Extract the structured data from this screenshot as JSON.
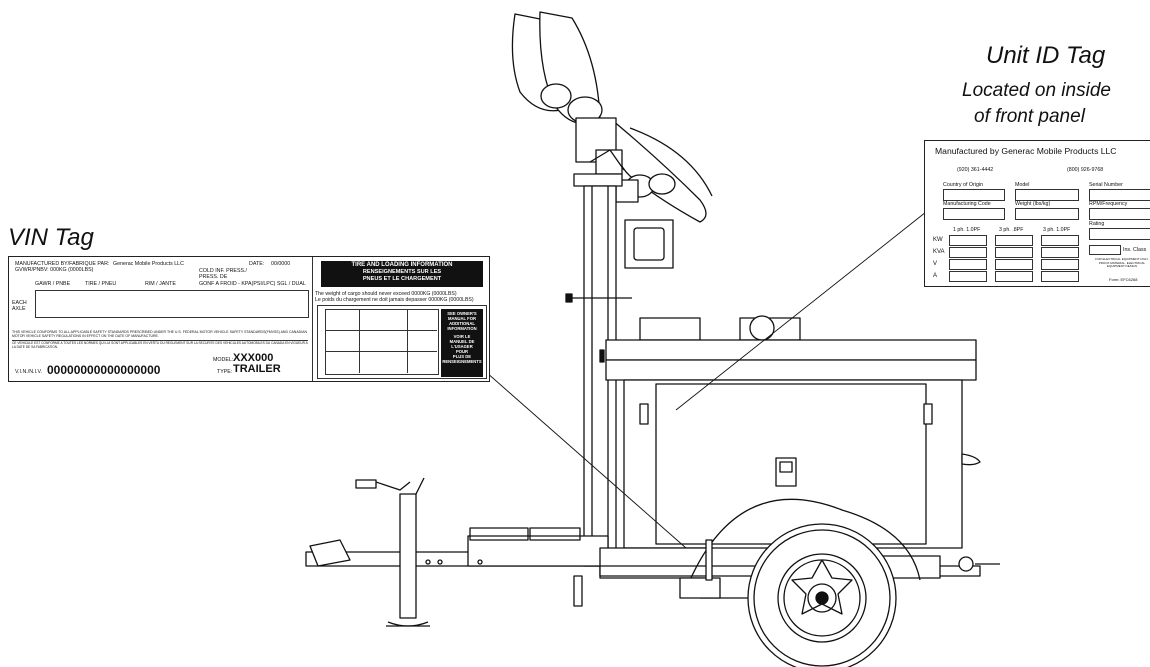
{
  "callouts": {
    "vin_title": "VIN Tag",
    "unit_title": "Unit ID Tag",
    "unit_sub1": "Located on inside",
    "unit_sub2": "of front panel"
  },
  "vin_tag": {
    "mfr_label": "MANUFACTURED BY/FABRIQUE PAR:",
    "mfr_name": "Generac Mobile Products LLC",
    "date_label": "DATE:",
    "date_value": "00/0000",
    "gvwr": "GVWR/PNBV:   000KG (0000LBS)",
    "cold_inf": "COLD INF. PRESS./",
    "press_de": "PRESS. DE",
    "gonf": "GONF A FROID - KPA(PSI/LPC) SGL / DUAL",
    "gawr": "GAWR / PNBE",
    "tire": "TIRE / PNEU",
    "rim": "RIM / JANTE",
    "each": "EACH",
    "axle": "AXLE",
    "conform_en": "THIS VEHICLE CONFORMS TO ALL APPLICABLE SAFETY STANDARDS PRESCRIBED UNDER THE U.S. FEDERAL MOTOR VEHICLE SAFETY STANDARDS(FMVSS) AND CANADIAN MOTOR VEHICLE SAFETY REGULATIONS IN EFFECT ON THE DATE OF MANUFACTURE.",
    "conform_fr": "CE VEHICULE EST CONFORME A TOUTES LES NORMES QUI LUI SONT APPLICABLES EN VERTU DU REGLEMENT SUR LA SECURITE DES VEHICULES AUTOMOBILES DU CANADA EN VIGUEUR A LA DATE DE SA FABRICATION.",
    "model_label": "MODEL:",
    "model_value": "XXX000",
    "type_label": "TYPE:",
    "type_value": "TRAILER",
    "vin_label": "V.I.N./N.I.V.",
    "vin_value": "00000000000000000",
    "tire_title_en": "TIRE AND LOADING INFORMATION",
    "tire_title_fr1": "RENSEIGNEMENTS SUR LES",
    "tire_title_fr2": "PNEUS ET LE CHARGEMENT",
    "cargo_en": "The weight of cargo should never exceed 0000KG (0000LBS)",
    "cargo_fr": "Le poids du chargement ne doit jamais depasser 0000KG (0000LBS)",
    "see_owner": [
      "SEE OWNER'S",
      "MANUAL FOR",
      "ADDITIONAL",
      "INFORMATION"
    ],
    "voir": [
      "VOIR LE",
      "MANUEL DE",
      "L'USAGER",
      "POUR",
      "PLUS DE",
      "RENSEIGNEMENTS"
    ]
  },
  "unit_tag": {
    "manufacturer": "Manufactured by Generac Mobile Products LLC",
    "phone1": "(920) 361-4442",
    "phone2": "(800) 926-9768",
    "country": "Country of Origin",
    "model": "Model",
    "serial": "Serial Number",
    "mfg_code": "Manufacturing Code",
    "weight": "Weight (lbs/kg)",
    "rpm": "RPM/Frequency",
    "rating": "Rating",
    "col1": "1 ph. 1.0PF",
    "col2": "3 ph. .8PF",
    "col3": "3 ph. 1.0PF",
    "row_kw": "KW",
    "row_kva": "KVA",
    "row_v": "V",
    "row_a": "A",
    "ins_class": "Ins. Class",
    "fine_print": "FOR ELECTRICAL EQUIPMENT ONLY. PROOF MATERIAL. ELECTRICAL EQUIPMENT DESIGN",
    "form": "Form: EFC6268"
  },
  "colors": {
    "line": "#111111",
    "black_box": "#111111",
    "background": "#ffffff"
  }
}
